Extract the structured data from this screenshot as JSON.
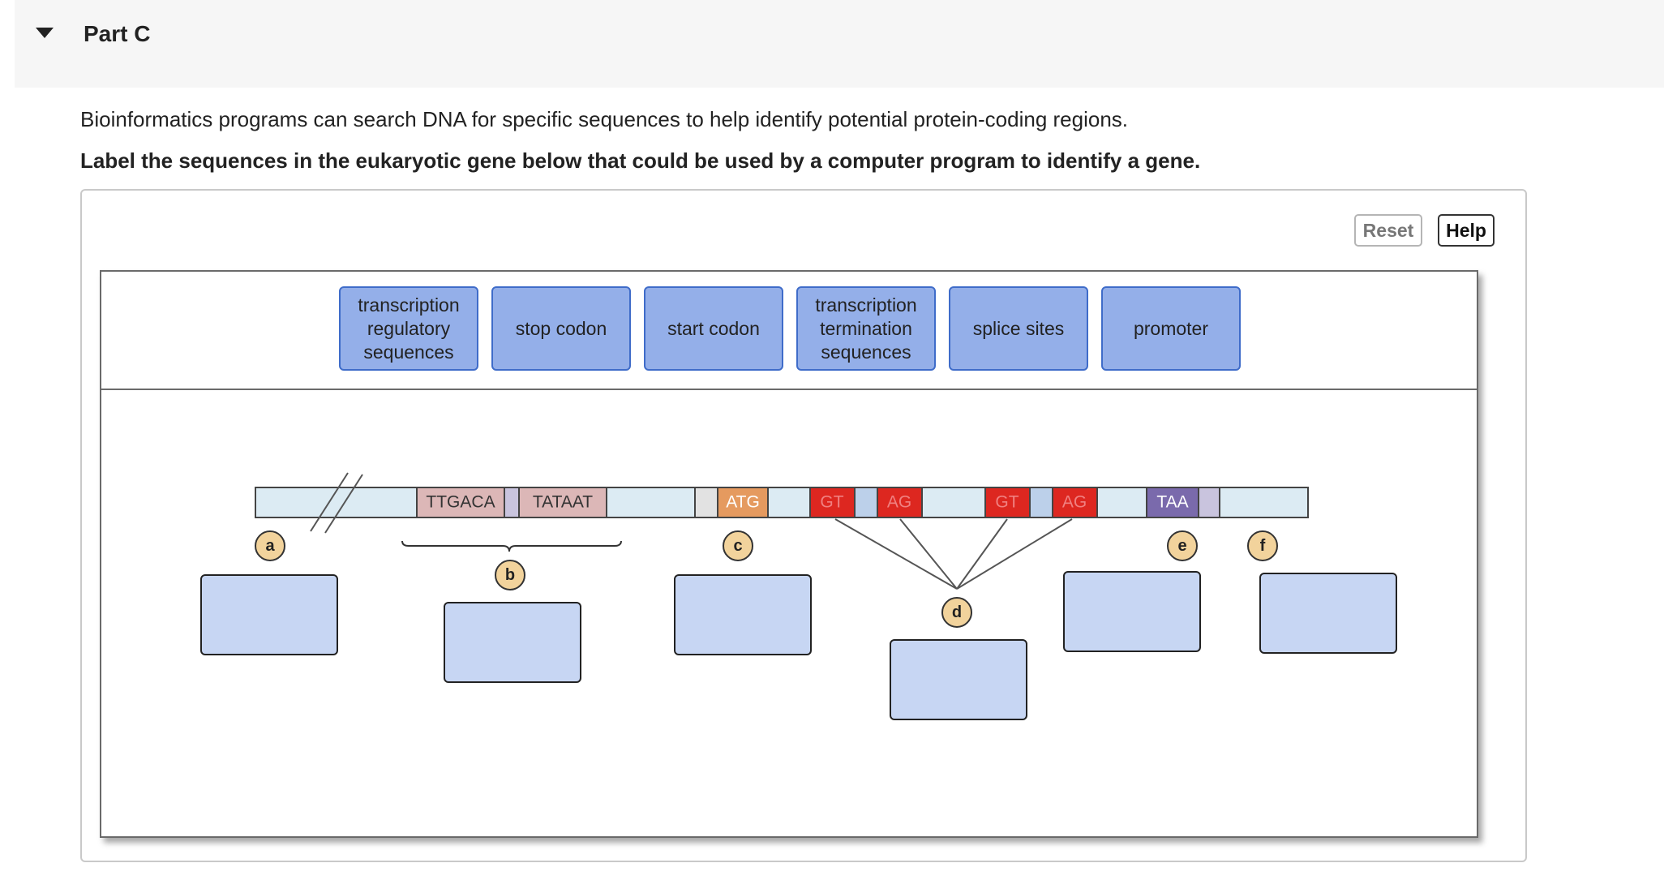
{
  "part": {
    "title": "Part C"
  },
  "question": {
    "intro": "Bioinformatics programs can search DNA for specific sequences to help identify potential protein-coding regions.",
    "instruction": "Label the sequences in the eukaryotic gene below that could be used by a computer program to identify a gene."
  },
  "toolbar": {
    "reset_label": "Reset",
    "help_label": "Help"
  },
  "labels": [
    {
      "text": "transcription regulatory sequences"
    },
    {
      "text": "stop codon"
    },
    {
      "text": "start codon"
    },
    {
      "text": "transcription termination sequences"
    },
    {
      "text": "splice sites"
    },
    {
      "text": "promoter"
    }
  ],
  "gene": {
    "segments": [
      "TTGACA",
      "TATAAT",
      "ATG",
      "GT",
      "AG",
      "GT",
      "AG",
      "TAA"
    ],
    "markers": [
      "a",
      "b",
      "c",
      "d",
      "e",
      "f"
    ]
  },
  "colors": {
    "strand": "#dcebf3",
    "box_pink": "#dcb7b7",
    "atg": "#e59a5f",
    "splice": "#dd2720",
    "taa": "#7a6aac",
    "marker": "#f2d39c",
    "tile": "#94afe9",
    "target": "#c7d6f3"
  }
}
